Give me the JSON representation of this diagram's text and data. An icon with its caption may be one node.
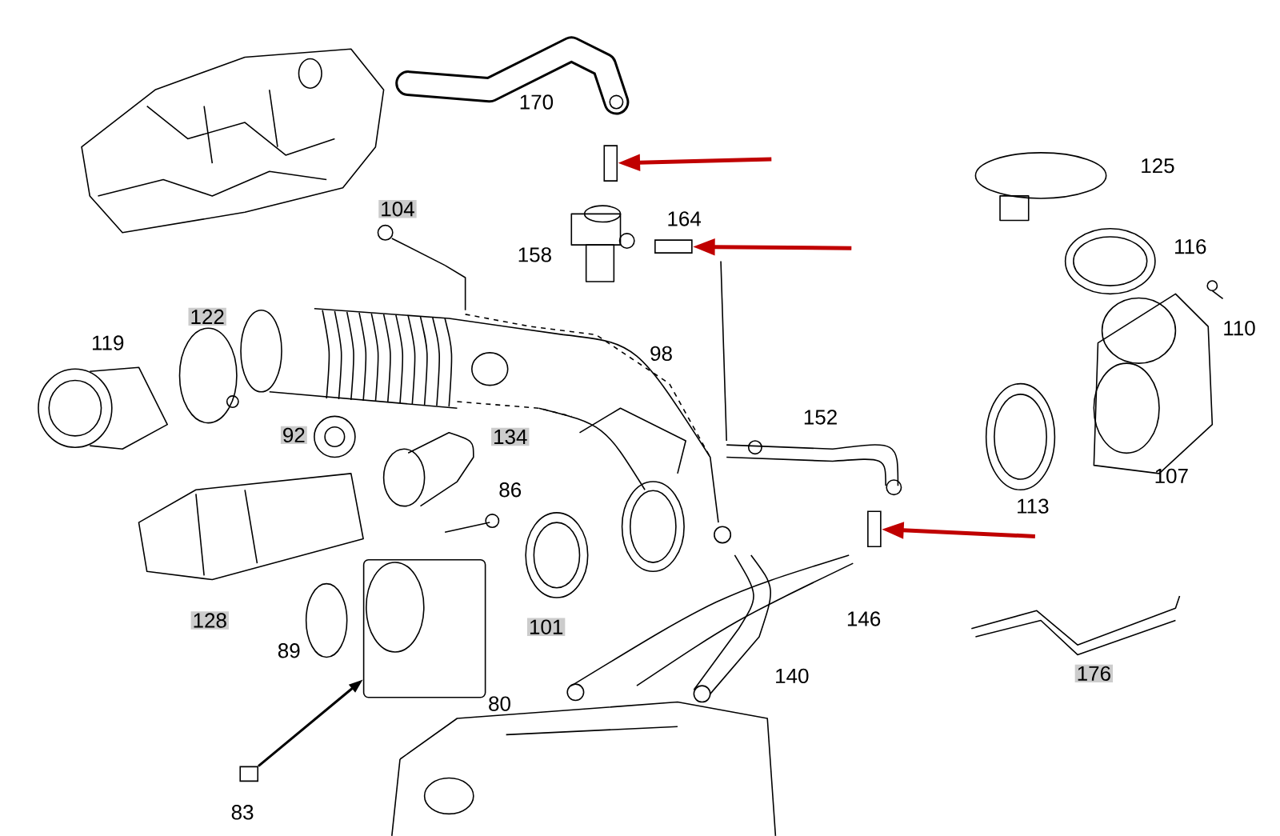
{
  "diagram": {
    "nodes": [
      {
        "text": [],
        "shape": "box"
      },
      {
        "text": [],
        "shape": "box"
      },
      {
        "text": [],
        "shape": "box"
      },
      {
        "text": [],
        "shape": "box"
      },
      {
        "text": [],
        "shape": "picture"
      }
    ],
    "edges": [
      {
        "from": null,
        "to": 0,
        "arrow": "to",
        "color": "#c00000"
      },
      {
        "from": null,
        "to": 1,
        "arrow": "to",
        "color": "#c00000"
      },
      {
        "from": null,
        "to": 2,
        "arrow": "to",
        "color": "#c00000"
      },
      {
        "from": 3,
        "to": 4,
        "arrow": "to",
        "color": "#000000"
      }
    ],
    "labels": [
      "170",
      "125",
      "104",
      "164",
      "116",
      "158",
      "110",
      "122",
      "119",
      "98",
      "152",
      "92",
      "134",
      "107",
      "86",
      "113",
      "146",
      "128",
      "101",
      "89",
      "140",
      "176",
      "80",
      "83"
    ]
  }
}
